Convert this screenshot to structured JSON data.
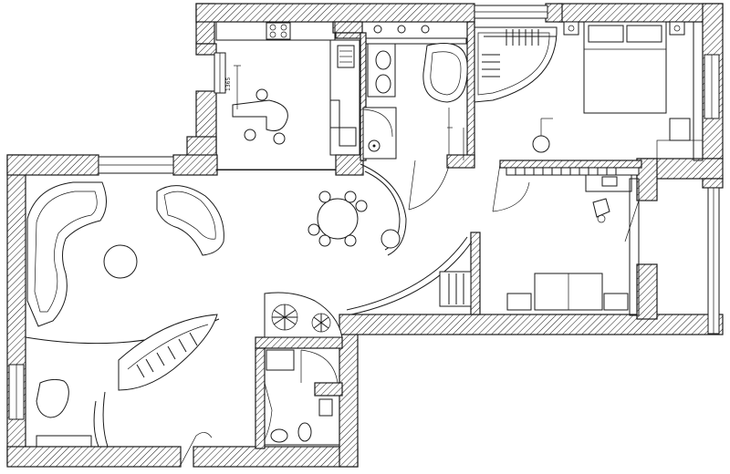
{
  "diagram": {
    "type": "architectural floor plan",
    "dimension_label": "1365",
    "wall_style": "diagonal hatch",
    "colors": {
      "line": "#1a1a1a",
      "background": "#ffffff"
    }
  }
}
